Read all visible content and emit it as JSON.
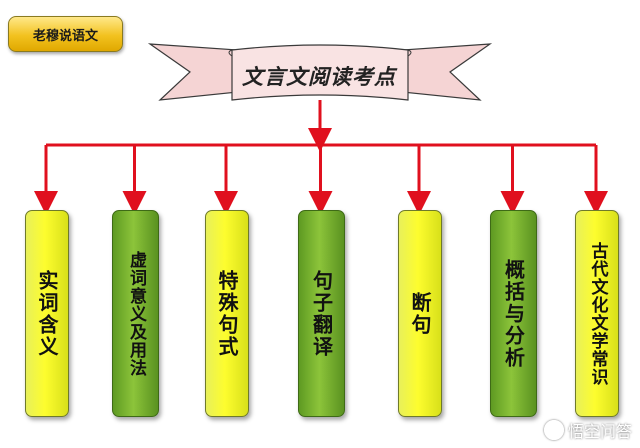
{
  "badge": {
    "label": "老穆说语文"
  },
  "title": "文言文阅读考点",
  "categories": [
    {
      "label": "实词含义",
      "color": "yellow"
    },
    {
      "label": "虚词意义及用法",
      "color": "green"
    },
    {
      "label": "特殊句式",
      "color": "yellow"
    },
    {
      "label": "句子翻译",
      "color": "green"
    },
    {
      "label": "断句",
      "color": "yellow"
    },
    {
      "label": "概括与分析",
      "color": "green"
    },
    {
      "label": "古代文化文学常识",
      "color": "yellow"
    }
  ],
  "watermark": {
    "text": "悟空问答"
  },
  "colors": {
    "connector": "#e0101e",
    "banner": "#f7dcdc",
    "banner_outline": "#3a3a3a"
  }
}
